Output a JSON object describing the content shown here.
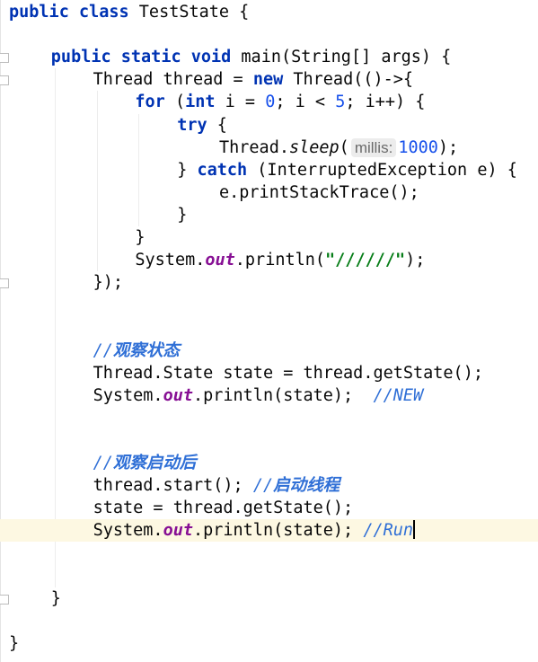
{
  "editor": {
    "lines": [
      {
        "indent": 0,
        "tokens": [
          {
            "c": "kw",
            "t": "public class "
          },
          {
            "c": "",
            "t": "TestState {"
          }
        ]
      },
      {
        "indent": 0,
        "tokens": []
      },
      {
        "indent": 1,
        "tokens": [
          {
            "c": "kw",
            "t": "public static void "
          },
          {
            "c": "",
            "t": "main(String[] args) {"
          }
        ]
      },
      {
        "indent": 2,
        "tokens": [
          {
            "c": "",
            "t": "Thread thread = "
          },
          {
            "c": "kw",
            "t": "new "
          },
          {
            "c": "",
            "t": "Thread(()->{"
          }
        ]
      },
      {
        "indent": 3,
        "tokens": [
          {
            "c": "kw",
            "t": "for "
          },
          {
            "c": "",
            "t": "("
          },
          {
            "c": "kw",
            "t": "int "
          },
          {
            "c": "",
            "t": "i = "
          },
          {
            "c": "num",
            "t": "0"
          },
          {
            "c": "",
            "t": "; i < "
          },
          {
            "c": "num",
            "t": "5"
          },
          {
            "c": "",
            "t": "; i++) {"
          }
        ]
      },
      {
        "indent": 4,
        "tokens": [
          {
            "c": "kw",
            "t": "try "
          },
          {
            "c": "",
            "t": "{"
          }
        ]
      },
      {
        "indent": 5,
        "tokens": [
          {
            "c": "",
            "t": "Thread."
          },
          {
            "c": "ital",
            "t": "sleep"
          },
          {
            "c": "",
            "t": "("
          },
          {
            "c": "hint",
            "t": "millis:"
          },
          {
            "c": "num",
            "t": "1000"
          },
          {
            "c": "",
            "t": ");"
          }
        ]
      },
      {
        "indent": 4,
        "tokens": [
          {
            "c": "",
            "t": "} "
          },
          {
            "c": "kw",
            "t": "catch "
          },
          {
            "c": "",
            "t": "(InterruptedException e) {"
          }
        ]
      },
      {
        "indent": 5,
        "tokens": [
          {
            "c": "",
            "t": "e.printStackTrace();"
          }
        ]
      },
      {
        "indent": 4,
        "tokens": [
          {
            "c": "",
            "t": "}"
          }
        ]
      },
      {
        "indent": 3,
        "tokens": [
          {
            "c": "",
            "t": "}"
          }
        ]
      },
      {
        "indent": 3,
        "tokens": [
          {
            "c": "",
            "t": "System."
          },
          {
            "c": "fld",
            "t": "out"
          },
          {
            "c": "",
            "t": ".println("
          },
          {
            "c": "str",
            "t": "\"//////\""
          },
          {
            "c": "",
            "t": ");"
          }
        ]
      },
      {
        "indent": 2,
        "tokens": [
          {
            "c": "",
            "t": "});"
          }
        ]
      },
      {
        "indent": 0,
        "tokens": []
      },
      {
        "indent": 0,
        "tokens": []
      },
      {
        "indent": 2,
        "tokens": [
          {
            "c": "cmt",
            "t": "//"
          },
          {
            "c": "cmt-cn",
            "t": "观察状态"
          }
        ]
      },
      {
        "indent": 2,
        "tokens": [
          {
            "c": "",
            "t": "Thread.State state = thread.getState();"
          }
        ]
      },
      {
        "indent": 2,
        "tokens": [
          {
            "c": "",
            "t": "System."
          },
          {
            "c": "fld",
            "t": "out"
          },
          {
            "c": "",
            "t": ".println(state);  "
          },
          {
            "c": "cmt",
            "t": "//NEW"
          }
        ]
      },
      {
        "indent": 0,
        "tokens": []
      },
      {
        "indent": 0,
        "tokens": []
      },
      {
        "indent": 2,
        "tokens": [
          {
            "c": "cmt",
            "t": "//"
          },
          {
            "c": "cmt-cn",
            "t": "观察启动后"
          }
        ]
      },
      {
        "indent": 2,
        "tokens": [
          {
            "c": "",
            "t": "thread.start(); "
          },
          {
            "c": "cmt",
            "t": "//"
          },
          {
            "c": "cmt-cn",
            "t": "启动线程"
          }
        ]
      },
      {
        "indent": 2,
        "tokens": [
          {
            "c": "",
            "t": "state = thread.getState();"
          }
        ]
      },
      {
        "indent": 2,
        "highlight": true,
        "caret": true,
        "tokens": [
          {
            "c": "",
            "t": "System."
          },
          {
            "c": "fld",
            "t": "out"
          },
          {
            "c": "",
            "t": ".println(state); "
          },
          {
            "c": "cmt",
            "t": "//Run"
          }
        ]
      },
      {
        "indent": 0,
        "tokens": []
      },
      {
        "indent": 0,
        "tokens": []
      },
      {
        "indent": 1,
        "tokens": [
          {
            "c": "",
            "t": "}"
          }
        ]
      },
      {
        "indent": 0,
        "tokens": []
      },
      {
        "indent": 0,
        "tokens": [
          {
            "c": "",
            "t": "}"
          }
        ]
      }
    ]
  }
}
